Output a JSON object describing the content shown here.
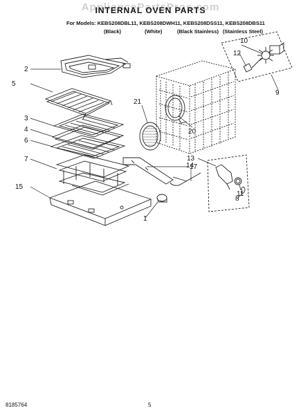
{
  "header": {
    "watermark": "AppliancePartsPros.com",
    "title": "INTERNAL OVEN PARTS",
    "models_line": "For Models: KEBS208DBL11, KEBS208DWH11, KEBS208DSS11, KEBS208DBS11",
    "variants": [
      "(Black)",
      "(White)",
      "(Black Stainless)",
      "(Stainless Steel)"
    ]
  },
  "callouts": {
    "c1": "1",
    "c2": "2",
    "c3": "3",
    "c4": "4",
    "c5": "5",
    "c6": "6",
    "c7": "7",
    "c8": "8",
    "c9": "9",
    "c10": "10",
    "c11": "11",
    "c12": "12",
    "c13": "13",
    "c14": "14",
    "c15": "15",
    "c17": "17",
    "c20": "20",
    "c21": "21"
  },
  "footer": {
    "doc_number": "8185764",
    "page_number": "5"
  }
}
